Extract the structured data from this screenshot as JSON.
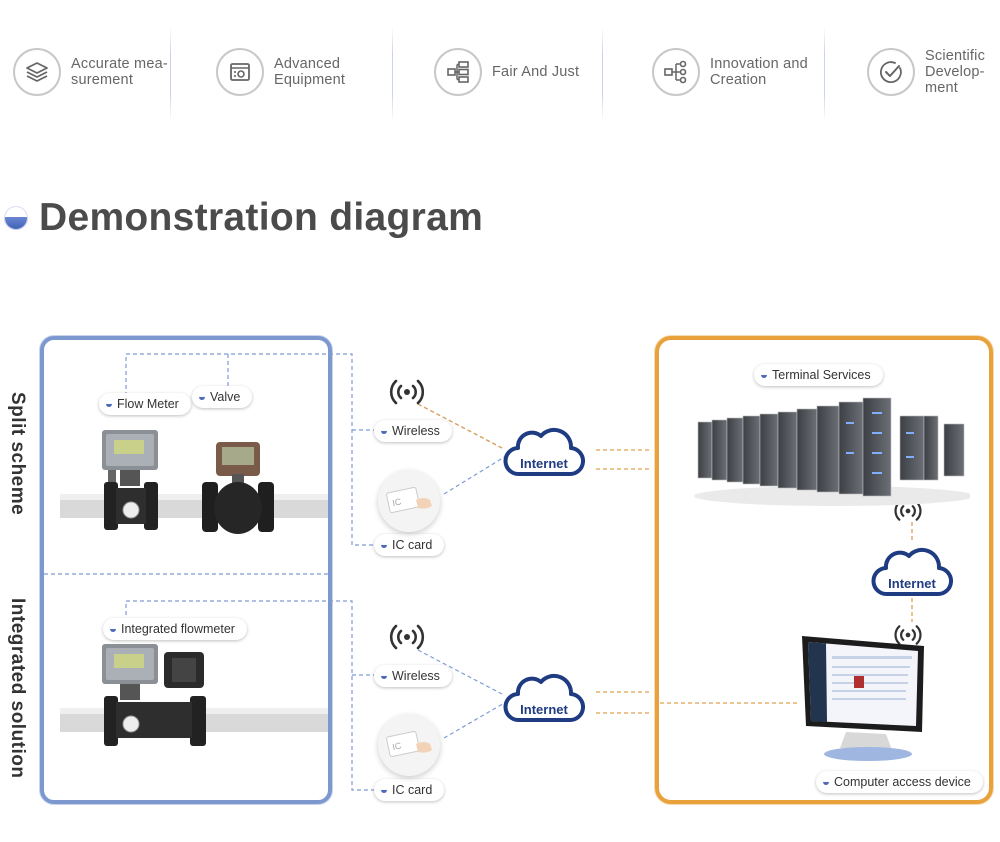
{
  "features": [
    {
      "label": "Accurate mea-\nsurement",
      "icon": "layers-icon"
    },
    {
      "label": "Advanced\nEquipment",
      "icon": "equipment-icon"
    },
    {
      "label": "Fair And Just",
      "icon": "flowchart-icon"
    },
    {
      "label": "Innovation and\nCreation",
      "icon": "network-icon"
    },
    {
      "label": "Scientific\nDevelop-\nment",
      "icon": "check-circle-icon"
    }
  ],
  "heading": "Demonstration diagram",
  "diagram": {
    "split_scheme": "Split scheme",
    "integrated_solution": "Integrated solution",
    "flow_meter": "Flow Meter",
    "valve": "Valve",
    "integrated_flowmeter": "Integrated flowmeter",
    "wireless_top": "Wireless",
    "ic_card_top": "IC card",
    "wireless_bottom": "Wireless",
    "ic_card_bottom": "IC card",
    "internet_top": "Internet",
    "internet_bottom": "Internet",
    "internet_right": "Internet",
    "terminal_services": "Terminal Services",
    "computer_access_device": "Computer access device",
    "ic_card_graphic_text": "IC"
  },
  "colors": {
    "blue_frame": "#7d98cf",
    "orange_frame": "#e9a13c",
    "cloud_navy": "#1f3c82",
    "dashed_blue": "#7f9bd6",
    "dashed_orange": "#e0a050"
  }
}
